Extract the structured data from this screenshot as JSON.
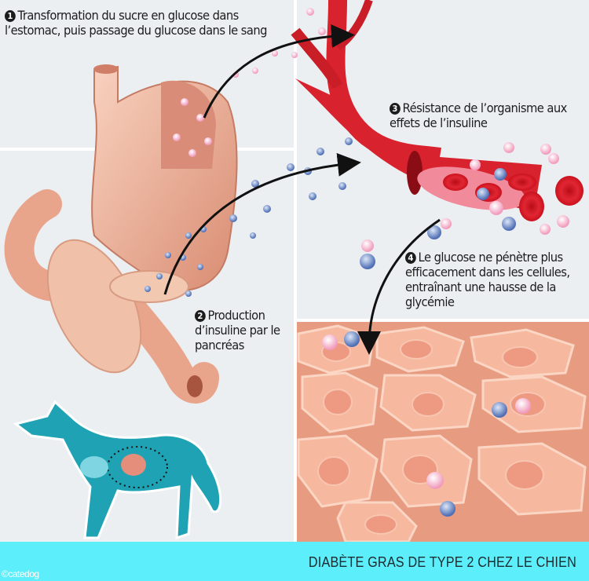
{
  "captions": {
    "step1": {
      "number": "1",
      "text": "Transformation du sucre en glucose dans l’estomac, puis passage du glucose dans le sang"
    },
    "step2": {
      "number": "2",
      "text": "Production d’insuline par le pancréas"
    },
    "step3": {
      "number": "3",
      "text": "Résistance de l’organisme aux effets de l’insuline"
    },
    "step4": {
      "number": "4",
      "text": "Le glucose ne pénètre plus efficacement dans les cellules, entraînant une hausse de la glycémie"
    }
  },
  "footer": {
    "title": "DIABÈTE GRAS DE TYPE 2 CHEZ LE CHIEN",
    "credit": "©catedog"
  },
  "colors": {
    "background": "#eceff2",
    "band": "#5ceefb",
    "dog": "#1fa3b4",
    "vessel": "#d8222e",
    "cells": "#f4b296",
    "glucose": "#f6c6d8",
    "insulin": "#6f8fc9"
  }
}
